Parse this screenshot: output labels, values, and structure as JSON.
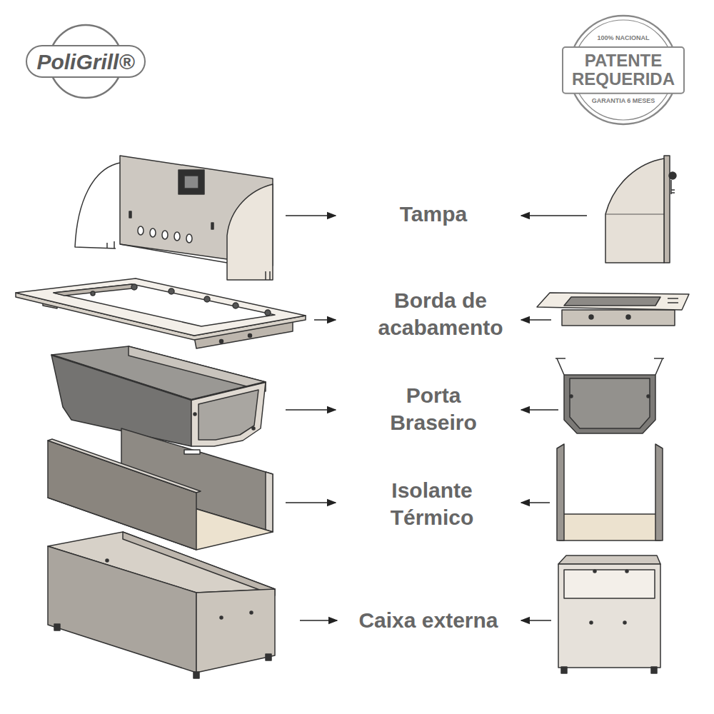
{
  "diagram": {
    "nodes": [
      {
        "text": [
          "PoliGrill®"
        ]
      },
      {
        "text": [
          "100% NACIONAL",
          "GARANTIA 6 MESES"
        ]
      },
      {
        "text": [
          "PATENTE REQUERIDA"
        ],
        "in": 1
      }
    ],
    "labels": [
      "Tampa",
      "Borda de acabamento",
      "Porta Braseiro",
      "Isolante Térmico",
      "Caixa externa"
    ]
  }
}
